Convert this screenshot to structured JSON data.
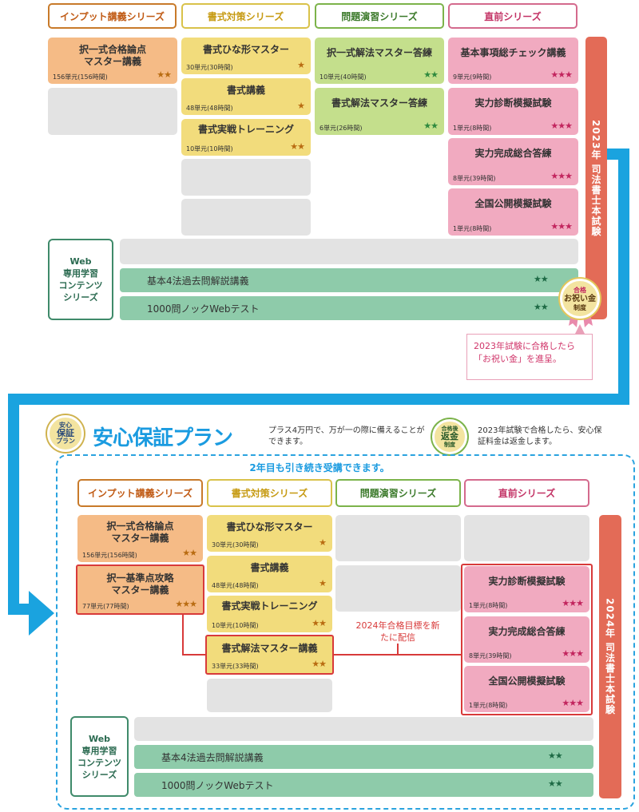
{
  "series_headers": {
    "input": "インプット講義シリーズ",
    "writing": "書式対策シリーズ",
    "practice": "問題演習シリーズ",
    "final": "直前シリーズ"
  },
  "top": {
    "input": [
      {
        "title1": "択一式合格論点",
        "title2": "マスター講義",
        "meta": "156単元(156時間)",
        "stars": "★★"
      }
    ],
    "writing": [
      {
        "title": "書式ひな形マスター",
        "meta": "30単元(30時間)",
        "stars": "★"
      },
      {
        "title": "書式講義",
        "meta": "48単元(48時間)",
        "stars": "★"
      },
      {
        "title": "書式実戦トレーニング",
        "meta": "10単元(10時間)",
        "stars": "★★"
      }
    ],
    "practice": [
      {
        "title": "択一式解法マスター答練",
        "meta": "10単元(40時間)",
        "stars": "★★"
      },
      {
        "title": "書式解法マスター答練",
        "meta": "6単元(26時間)",
        "stars": "★★"
      }
    ],
    "final": [
      {
        "title": "基本事項総チェック講義",
        "meta": "9単元(9時間)",
        "stars": "★★★"
      },
      {
        "title": "実力診断模擬試験",
        "meta": "1単元(8時間)",
        "stars": "★★★"
      },
      {
        "title": "実力完成総合答練",
        "meta": "8単元(39時間)",
        "stars": "★★★"
      },
      {
        "title": "全国公開模擬試験",
        "meta": "1単元(8時間)",
        "stars": "★★★"
      }
    ],
    "exam": "2023年 司法書士本試験",
    "web_label": [
      "Web",
      "専用学習",
      "コンテンツ",
      "シリーズ"
    ],
    "web_items": [
      {
        "title": "基本4法過去問解説講義",
        "stars": "★★"
      },
      {
        "title": "1000問ノックWebテスト",
        "stars": "★★"
      }
    ],
    "badge": {
      "line1": "合格",
      "line2": "お祝い金",
      "line3": "制度"
    },
    "callout": "2023年試験に合格したら「お祝い金」を進呈。"
  },
  "plan": {
    "badge_left": {
      "line1": "安心",
      "line2": "保証",
      "line3": "プラン"
    },
    "title": "安心保証プラン",
    "desc": "プラス4万円で、万が一の際に備えることができます。",
    "badge_right": {
      "line1": "合格後",
      "line2": "返金",
      "line3": "制度"
    },
    "refund": "2023年試験で合格したら、安心保証料金は返金します。",
    "continue": "2年目も引き続き受講できます。"
  },
  "bottom": {
    "input": [
      {
        "title1": "択一式合格論点",
        "title2": "マスター講義",
        "meta": "156単元(156時間)",
        "stars": "★★"
      },
      {
        "title1": "択一基準点攻略",
        "title2": "マスター講義",
        "meta": "77単元(77時間)",
        "stars": "★★★"
      }
    ],
    "writing": [
      {
        "title": "書式ひな形マスター",
        "meta": "30単元(30時間)",
        "stars": "★"
      },
      {
        "title": "書式講義",
        "meta": "48単元(48時間)",
        "stars": "★"
      },
      {
        "title": "書式実戦トレーニング",
        "meta": "10単元(10時間)",
        "stars": "★★"
      },
      {
        "title": "書式解法マスター講義",
        "meta": "33単元(33時間)",
        "stars": "★★"
      }
    ],
    "final": [
      {
        "title": "実力診断模擬試験",
        "meta": "1単元(8時間)",
        "stars": "★★★"
      },
      {
        "title": "実力完成総合答練",
        "meta": "8単元(39時間)",
        "stars": "★★★"
      },
      {
        "title": "全国公開模擬試験",
        "meta": "1単元(8時間)",
        "stars": "★★★"
      }
    ],
    "note": "2024年合格目標を新たに配信",
    "exam": "2024年 司法書士本試験",
    "web_label": [
      "Web",
      "専用学習",
      "コンテンツ",
      "シリーズ"
    ],
    "web_items": [
      {
        "title": "基本4法過去問解説講義",
        "stars": "★★"
      },
      {
        "title": "1000問ノックWebテスト",
        "stars": "★★"
      }
    ]
  }
}
